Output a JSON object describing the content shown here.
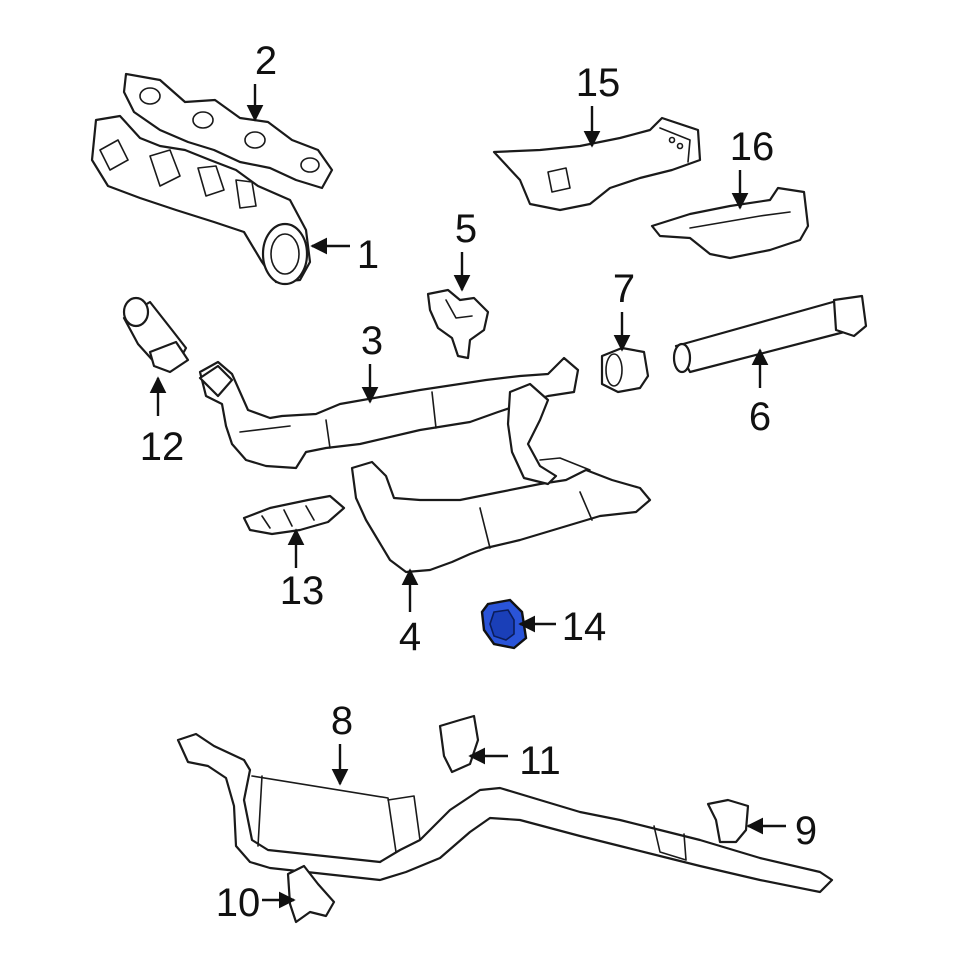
{
  "diagram": {
    "highlight_color": "#2a54d8",
    "line_color": "#1a1a1a",
    "highlighted_part": "14",
    "callouts": [
      {
        "id": "c1",
        "label": "1"
      },
      {
        "id": "c2",
        "label": "2"
      },
      {
        "id": "c3",
        "label": "3"
      },
      {
        "id": "c4",
        "label": "4"
      },
      {
        "id": "c5",
        "label": "5"
      },
      {
        "id": "c6",
        "label": "6"
      },
      {
        "id": "c7",
        "label": "7"
      },
      {
        "id": "c8",
        "label": "8"
      },
      {
        "id": "c9",
        "label": "9"
      },
      {
        "id": "c10",
        "label": "10"
      },
      {
        "id": "c11",
        "label": "11"
      },
      {
        "id": "c12",
        "label": "12"
      },
      {
        "id": "c13",
        "label": "13"
      },
      {
        "id": "c14",
        "label": "14"
      },
      {
        "id": "c15",
        "label": "15"
      },
      {
        "id": "c16",
        "label": "16"
      }
    ]
  }
}
